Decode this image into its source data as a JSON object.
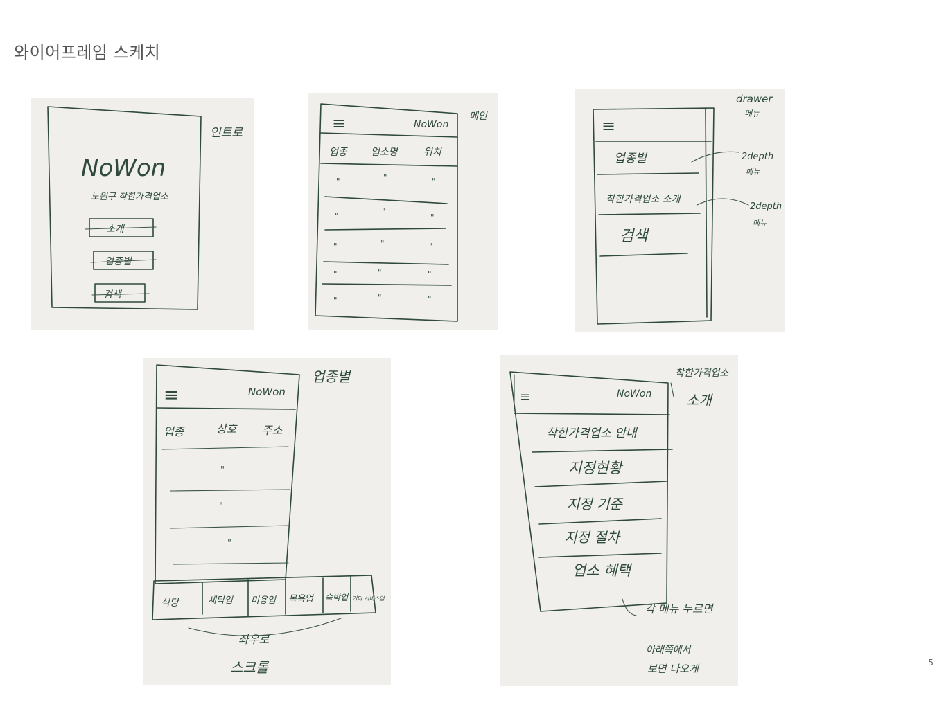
{
  "slide": {
    "title": "와이어프레임 스케치",
    "page_number": "5"
  },
  "sketches": {
    "intro": {
      "note": "인트로",
      "logo": "NoWon",
      "subtitle": "노원구 착한가격업소",
      "buttons": [
        "소개",
        "업종별",
        "검색"
      ]
    },
    "main": {
      "note": "메인",
      "menu_icon": "≡",
      "logo": "NoWon",
      "headers": [
        "업종",
        "업소명",
        "위치"
      ],
      "row_mark": "\""
    },
    "drawer": {
      "note_line1": "drawer",
      "note_line2": "메뉴",
      "menu_icon": "≡",
      "items": [
        "업종별",
        "착한가격업소 소개",
        "검색"
      ],
      "depth_notes": [
        {
          "line1": "2depth",
          "line2": "메뉴"
        },
        {
          "line1": "2depth",
          "line2": "메뉴"
        }
      ]
    },
    "category": {
      "note": "업종별",
      "menu_icon": "≡",
      "logo": "NoWon",
      "headers": [
        "업종",
        "상호",
        "주소"
      ],
      "row_mark": "\"",
      "tabs": [
        "식당",
        "세탁업",
        "미용업",
        "목욕업",
        "숙박업",
        "기타 서비스업"
      ],
      "scroll_note_line1": "좌우로",
      "scroll_note_line2": "스크롤"
    },
    "intro_page": {
      "note_line1": "착한가격업소",
      "note_line2": "소개",
      "menu_icon": "≡",
      "logo": "NoWon",
      "items": [
        "착한가격업소 안내",
        "지정현황",
        "지정 기준",
        "지정 절차",
        "업소 혜택"
      ],
      "footnote_line1": "각 메뉴 누르면",
      "footnote_line2": "아래쪽에서",
      "footnote_line3": "보면 나오게"
    }
  }
}
